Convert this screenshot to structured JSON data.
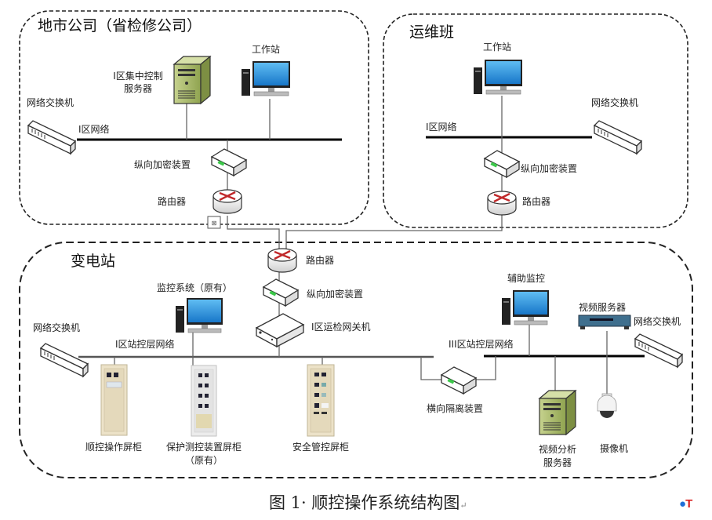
{
  "zones": {
    "city": {
      "title": "地市公司（省检修公司）"
    },
    "ops": {
      "title": "运维班"
    },
    "substation": {
      "title": "变电站"
    }
  },
  "labels": {
    "city_switch": "网络交换机",
    "city_network": "I区网络",
    "city_server_line1": "I区集中控制",
    "city_server_line2": "服务器",
    "city_workstation": "工作站",
    "city_encryptor": "纵向加密装置",
    "city_router": "路由器",
    "ops_workstation": "工作站",
    "ops_switch": "网络交换机",
    "ops_network": "I区网络",
    "ops_encryptor": "纵向加密装置",
    "ops_router": "路由器",
    "sub_router": "路由器",
    "sub_encryptor": "纵向加密装置",
    "sub_gateway": "I区运检网关机",
    "sub_monitor": "监控系统（原有）",
    "sub_switch_left": "网络交换机",
    "sub_network_1": "I区站控层网络",
    "sub_cabinet_seq": "顺控操作屏柜",
    "sub_cabinet_prot_line1": "保护测控装置屏柜",
    "sub_cabinet_prot_line2": "（原有）",
    "sub_cabinet_safety": "安全管控屏柜",
    "sub_isolator": "横向隔离装置",
    "sub_network_3": "III区站控层网络",
    "sub_aux_monitor": "辅助监控",
    "sub_video_server": "视频服务器",
    "sub_switch_right": "网络交换机",
    "sub_video_analysis_line1": "视频分析",
    "sub_video_analysis_line2": "服务器",
    "sub_camera": "摄像机"
  },
  "caption": {
    "text": "图 1· 顺控操作系统结构图",
    "mark": "↵"
  },
  "logo": {
    "left": "●",
    "right": "T"
  },
  "colors": {
    "router_arrow": "#c0282a",
    "encryptor_led": "#3cc84a",
    "server_body": "#a9bb6b",
    "monitor_screen": "#2a8ee0",
    "cabinet": "#ece2c8"
  }
}
